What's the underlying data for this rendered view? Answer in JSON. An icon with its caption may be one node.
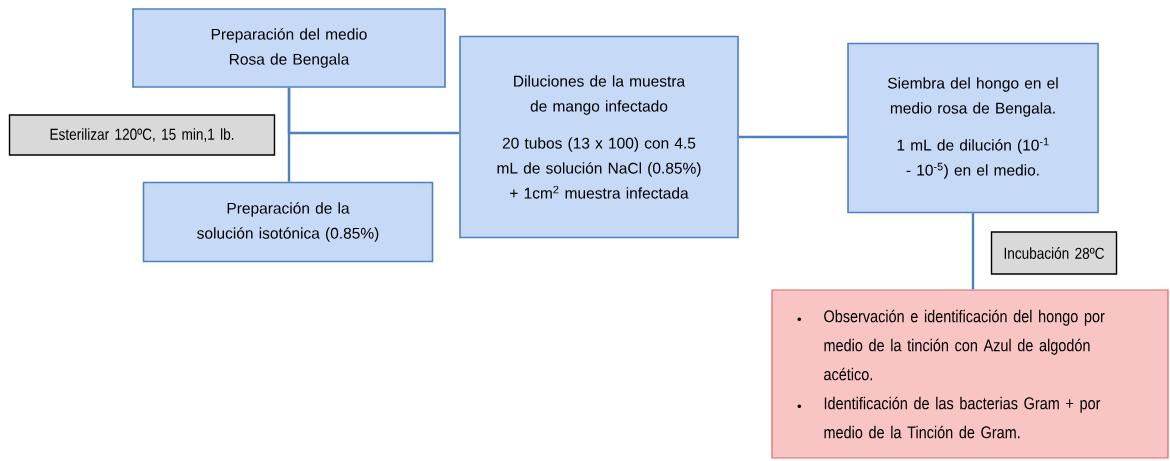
{
  "diagram": {
    "nodes": [
      {
        "text": [
          "Preparación del medio Rosa de Bengala"
        ]
      },
      {
        "text": [
          "Esterilizar 120ºC,  15 min,1 lb."
        ]
      },
      {
        "text": [
          "Preparación de la solución isotónica (0.85%)"
        ]
      },
      {
        "text": [
          "Diluciones de la muestra de mango infectado",
          "20 tubos (13 x 100) con 4.5 mL de solución NaCl (0.85%) + 1cm$^{2}$ muestra infectada"
        ]
      },
      {
        "text": [
          "Siembra del hongo en el medio rosa de Bengala.",
          "1 mL de dilución (10$^{-1}$ - 10$^{-5}$) en el medio."
        ]
      },
      {
        "text": [
          "Incubación  28ºC"
        ]
      },
      {
        "text": [
          "Observación  e identificación  del hongo por medio  de la tinción  con Azul de algodón acético.",
          "Identificación  de las bacterias Gram  + por medio  de la Tinción de Gram."
        ]
      }
    ],
    "edges": [
      {
        "from": 0,
        "to": 2,
        "arrow": "none"
      },
      {
        "from": 0,
        "to": 3,
        "arrow": "none"
      },
      {
        "from": 3,
        "to": 4,
        "arrow": "none"
      },
      {
        "from": 4,
        "to": 6,
        "arrow": "none"
      }
    ]
  }
}
